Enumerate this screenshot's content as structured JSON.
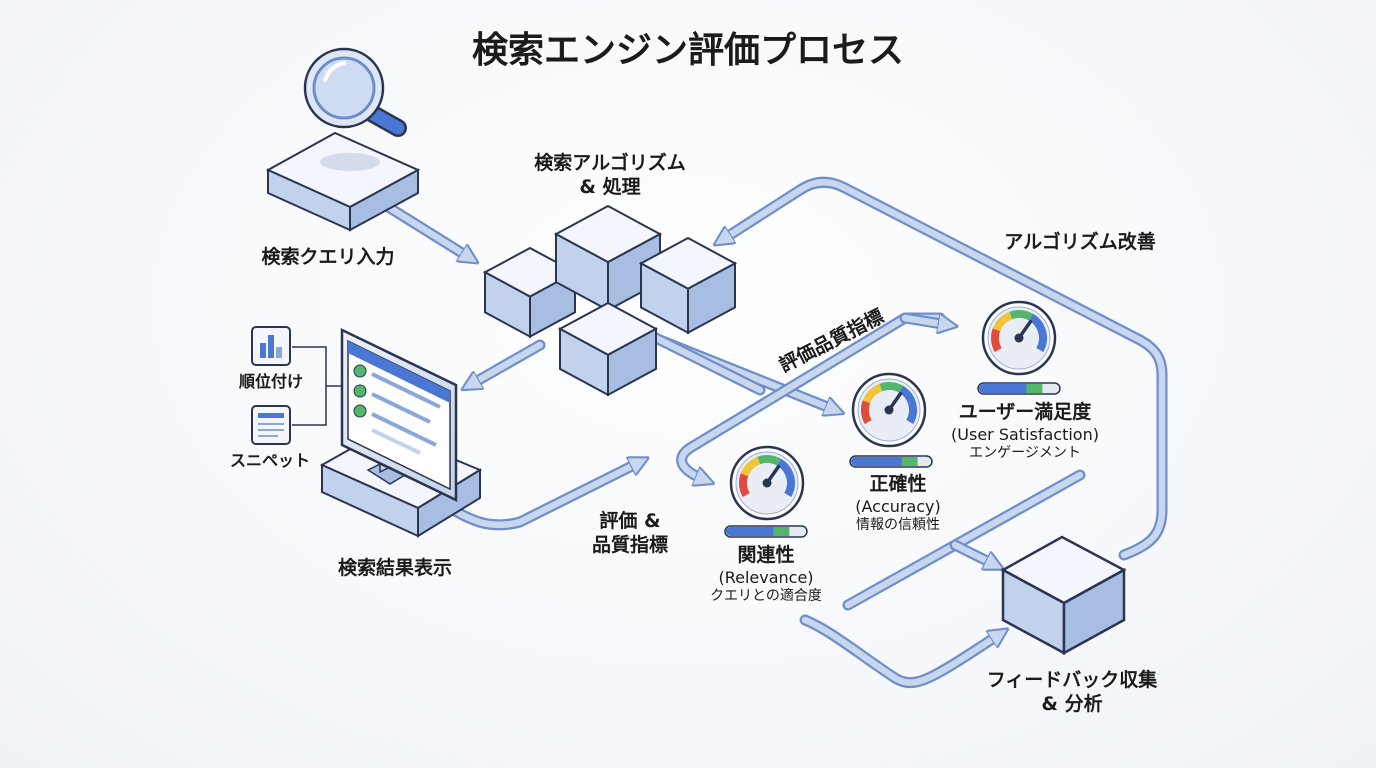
{
  "title": "検索エンジン評価プロセス",
  "nodes": {
    "query_input": "検索クエリ入力",
    "algorithm_line1": "検索アルゴリズム",
    "algorithm_line2": "& 処理",
    "results_display": "検索結果表示",
    "ranking": "順位付け",
    "snippet": "スニペット",
    "eval_metrics_line1": "評価 &",
    "eval_metrics_line2": "品質指標",
    "quality_metrics": "評価品質指標",
    "algorithm_improvement": "アルゴリズム改善",
    "feedback_line1": "フィードバック収集",
    "feedback_line2": "& 分析"
  },
  "metrics": [
    {
      "name": "関連性",
      "en": "(Relevance)",
      "desc": "クエリとの適合度"
    },
    {
      "name": "正確性",
      "en": "(Accuracy)",
      "desc": "情報の信頼性"
    },
    {
      "name": "ユーザー満足度",
      "en": "(User Satisfaction)",
      "desc": "エンゲージメント"
    }
  ],
  "colors": {
    "flow_fill": "#c9d7ee",
    "flow_stroke": "#6f8fca",
    "box_top": "#f3f6fc",
    "box_left": "#c3d2ec",
    "box_right": "#a8bde2",
    "outline": "#2a3552",
    "gauge_red": "#e04b3c",
    "gauge_yellow": "#f2c43a",
    "gauge_green": "#54b66b",
    "gauge_blue": "#4a77d4"
  }
}
